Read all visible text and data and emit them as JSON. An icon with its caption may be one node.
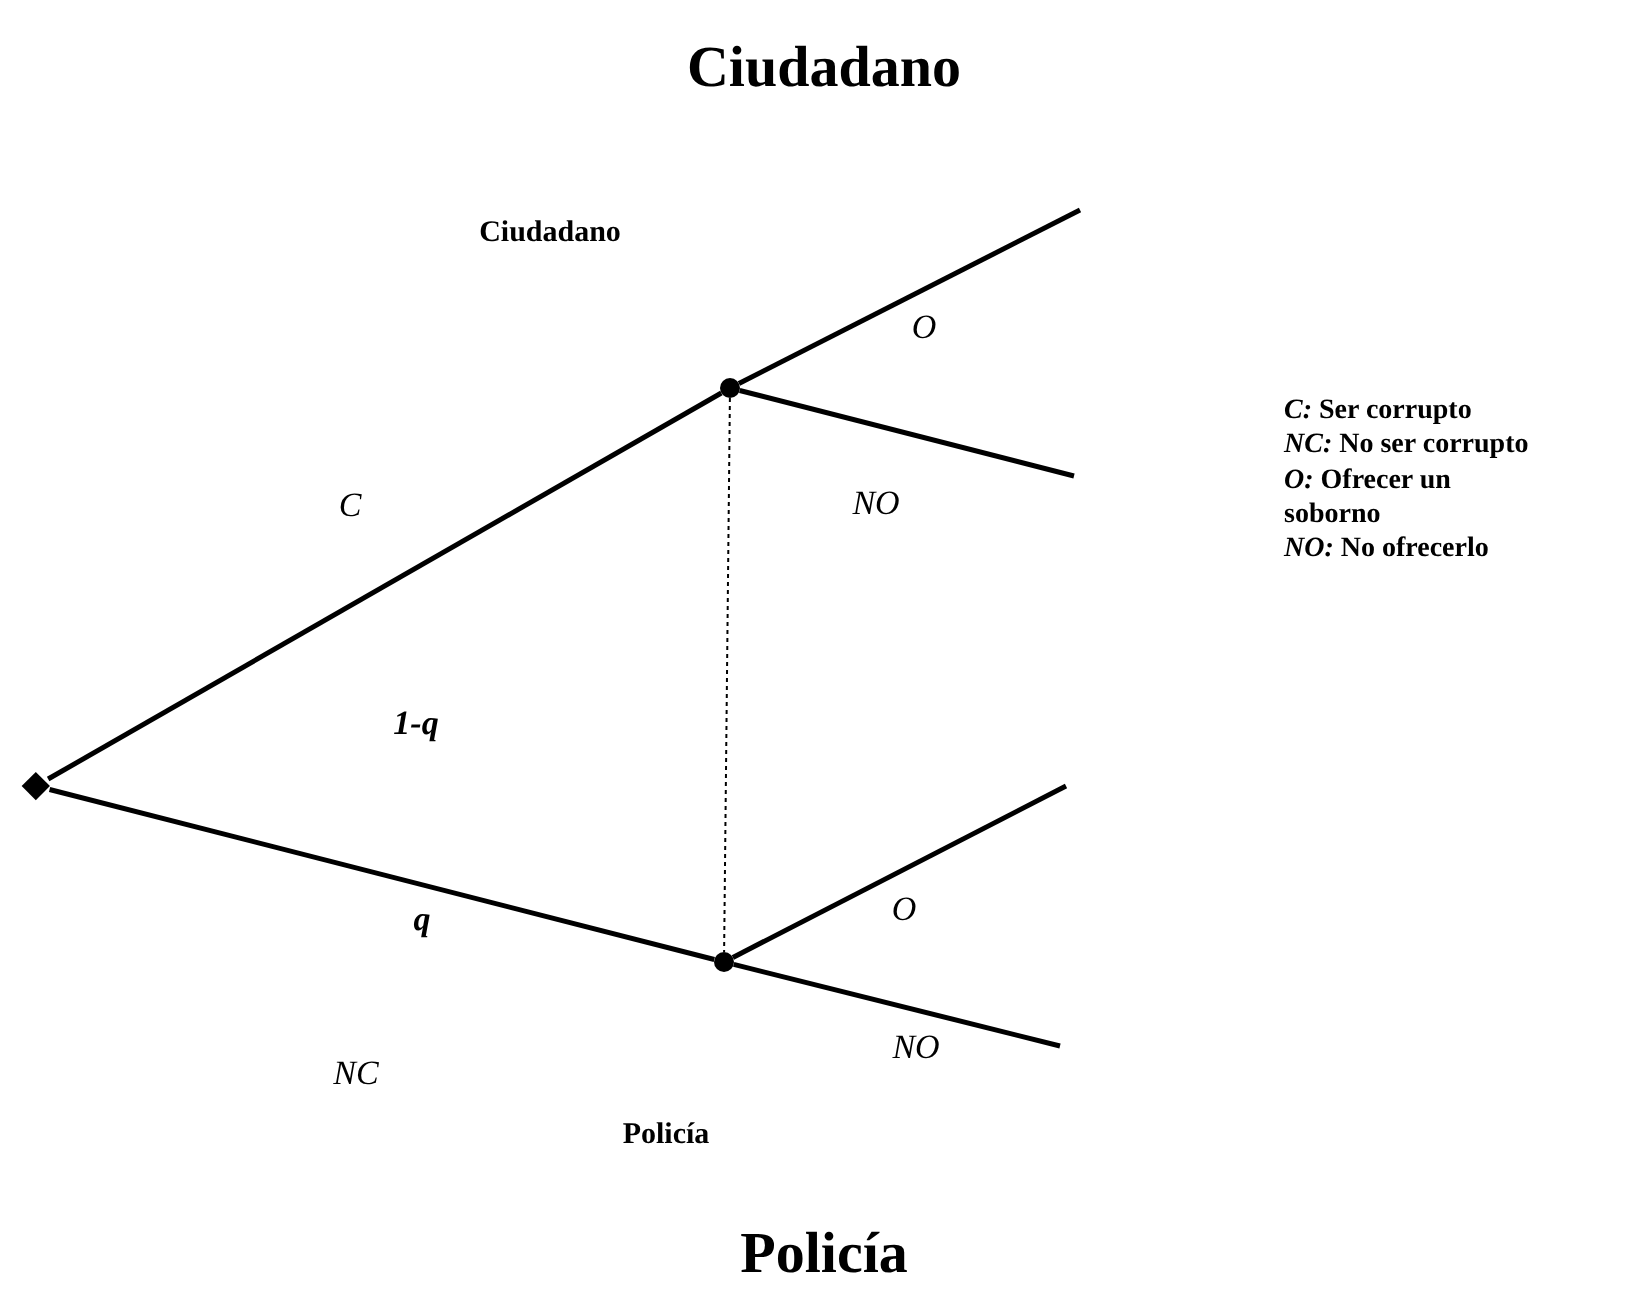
{
  "diagram": {
    "title": "Ciudadano",
    "caption": "Policía",
    "nodes": [
      {
        "text": [],
        "shape": "diamond"
      },
      {
        "text": [],
        "shape": "circle"
      },
      {
        "text": [],
        "shape": "circle"
      }
    ],
    "edges": [
      {
        "from": 0,
        "to": 1,
        "arrow": "none",
        "label": "C"
      },
      {
        "from": 0,
        "to": 2,
        "arrow": "none"
      },
      {
        "from": 1,
        "to": null,
        "arrow": "none",
        "label": "O"
      },
      {
        "from": 1,
        "to": null,
        "arrow": "none",
        "label": "NO"
      },
      {
        "from": 2,
        "to": null,
        "arrow": "none",
        "label": "O"
      },
      {
        "from": 2,
        "to": null,
        "arrow": "none",
        "label": "NO"
      },
      {
        "from": 1,
        "to": 2,
        "arrow": "none",
        "style": "dashed"
      }
    ],
    "labels": [
      "Ciudadano",
      "1-q",
      "q",
      "NC",
      "Policía",
      "*C:* Ser corrupto",
      "*NC:* No ser corrupto",
      "*O:* Ofrecer un soborno",
      "*NO:* No ofrecerlo"
    ]
  }
}
